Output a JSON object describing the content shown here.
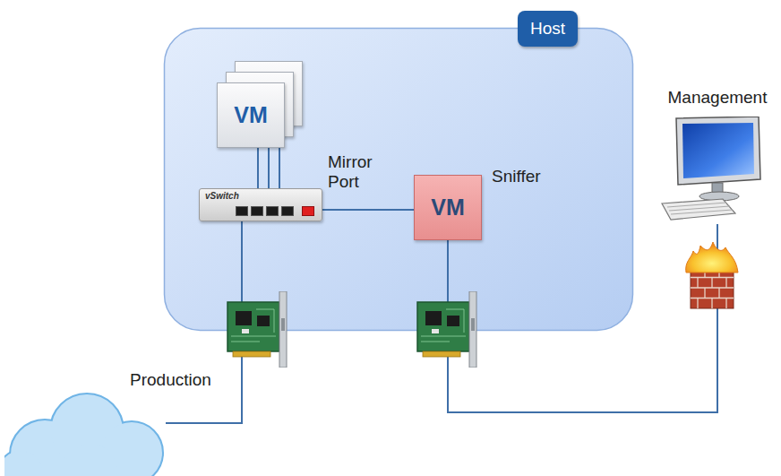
{
  "diagram": {
    "nodes": [
      {
        "text": [
          "Host"
        ]
      },
      {
        "text": [
          "VM"
        ],
        "in": 0
      },
      {
        "text": [
          "vSwitch"
        ],
        "in": 0
      },
      {
        "text": [
          "VM",
          "Sniffer"
        ],
        "in": 0
      },
      {
        "text": [
          "Production"
        ]
      },
      {
        "text": [
          "Management"
        ]
      }
    ],
    "edges": [
      {
        "from": 1,
        "to": 2,
        "arrow": "none"
      },
      {
        "from": 2,
        "to": 3,
        "label": "Mirror Port",
        "arrow": "none"
      },
      {
        "from": 2,
        "to": 4,
        "arrow": "none"
      },
      {
        "from": 3,
        "to": 5,
        "arrow": "none"
      }
    ]
  }
}
